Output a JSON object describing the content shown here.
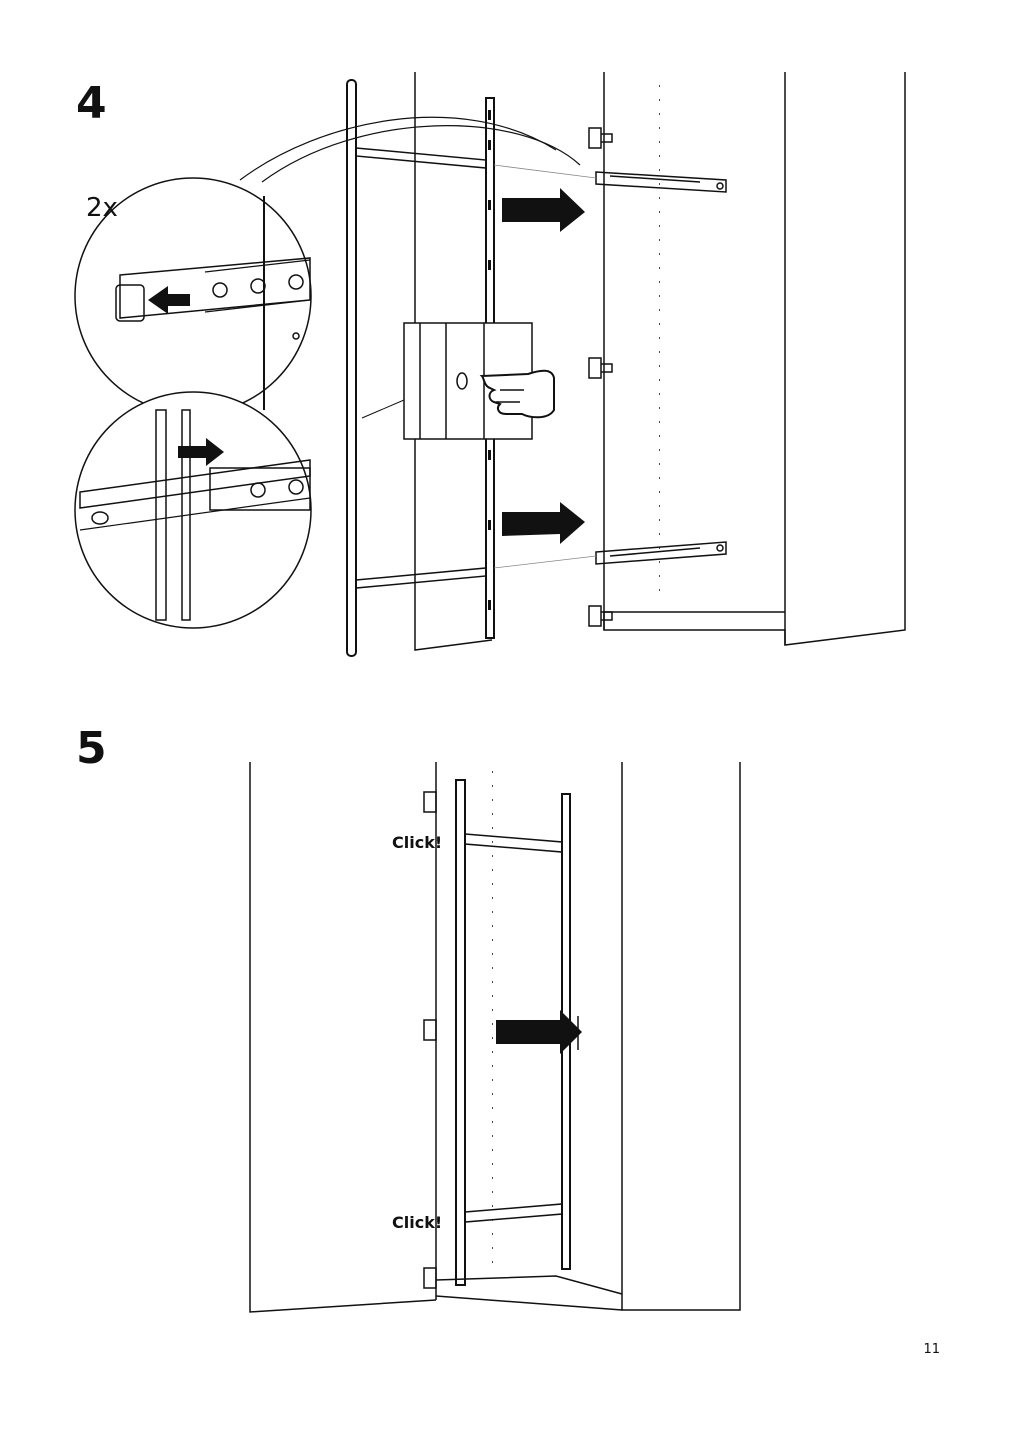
{
  "steps": [
    {
      "number": "4",
      "quantity_label": "2x"
    },
    {
      "number": "5",
      "click_label_top": "Click!",
      "click_label_bottom": "Click!"
    }
  ],
  "page_number": "11",
  "icons": {
    "arrow": "arrow-right-icon",
    "hand": "pointing-hand-icon"
  },
  "colors": {
    "ink": "#111111",
    "paper": "#ffffff"
  }
}
